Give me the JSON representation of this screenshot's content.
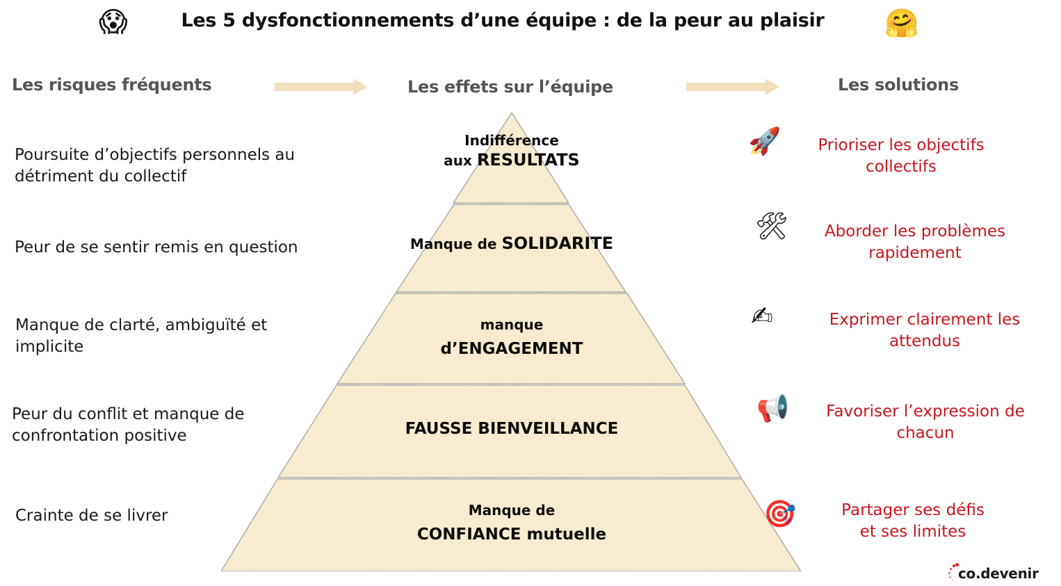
{
  "header": {
    "title": "Les 5 dysfonctionnements d’une équipe : de la peur au plaisir",
    "left_emoji": "😱",
    "left_emoji_name": "face-screaming-in-fear",
    "right_emoji": "🤗",
    "right_emoji_name": "hugging-face"
  },
  "columns": {
    "risks": "Les risques fréquents",
    "effects": "Les effets sur l’équipe",
    "solutions": "Les solutions"
  },
  "colors": {
    "pyramid_fill": "#f8ebcf",
    "pyramid_stroke": "#9a9a9a",
    "arrow_fill": "#efdcb4",
    "solution_text": "#c8161d",
    "header_gray": "#555555",
    "brand_red": "#d9232d"
  },
  "risks": [
    {
      "lines": [
        "Poursuite d’objectifs personnels au",
        "détriment du collectif"
      ]
    },
    {
      "lines": [
        "Peur de se sentir remis en question"
      ]
    },
    {
      "lines": [
        "Manque de clarté, ambiguïté et",
        "implicite"
      ]
    },
    {
      "lines": [
        "Peur du conflit et manque de",
        "confrontation positive"
      ]
    },
    {
      "lines": [
        "Crainte de se livrer"
      ]
    }
  ],
  "pyramid": [
    {
      "line1": "Indifférence",
      "line2_prefix": "aux ",
      "line2_emph": "RESULTATS"
    },
    {
      "line1": "",
      "line2_prefix": "Manque de ",
      "line2_emph": "SOLIDARITE"
    },
    {
      "line1": "manque",
      "line2_prefix": "",
      "line2_emph": "d’ENGAGEMENT"
    },
    {
      "line1": "",
      "line2_prefix": "",
      "line2_emph": "FAUSSE BIENVEILLANCE"
    },
    {
      "line1": "Manque de",
      "line2_prefix": "",
      "line2_emph": "CONFIANCE mutuelle"
    }
  ],
  "solutions": [
    {
      "icon": "🚀",
      "icon_name": "rocket-icon",
      "lines": [
        "Prioriser les objectifs",
        "collectifs"
      ]
    },
    {
      "icon": "🛠",
      "icon_name": "hammer-wrench-icon",
      "lines": [
        "Aborder les problèmes",
        "rapidement"
      ]
    },
    {
      "icon": "✍",
      "icon_name": "writing-hand-icon",
      "lines": [
        "Exprimer clairement les",
        "attendus"
      ]
    },
    {
      "icon": "📢",
      "icon_name": "megaphone-icon",
      "lines": [
        "Favoriser l’expression de",
        "chacun"
      ]
    },
    {
      "icon": "🎯",
      "icon_name": "target-dart-icon",
      "lines": [
        "Partager ses défis",
        "et ses limites"
      ]
    }
  ],
  "logo": {
    "text": "co.devenir"
  }
}
